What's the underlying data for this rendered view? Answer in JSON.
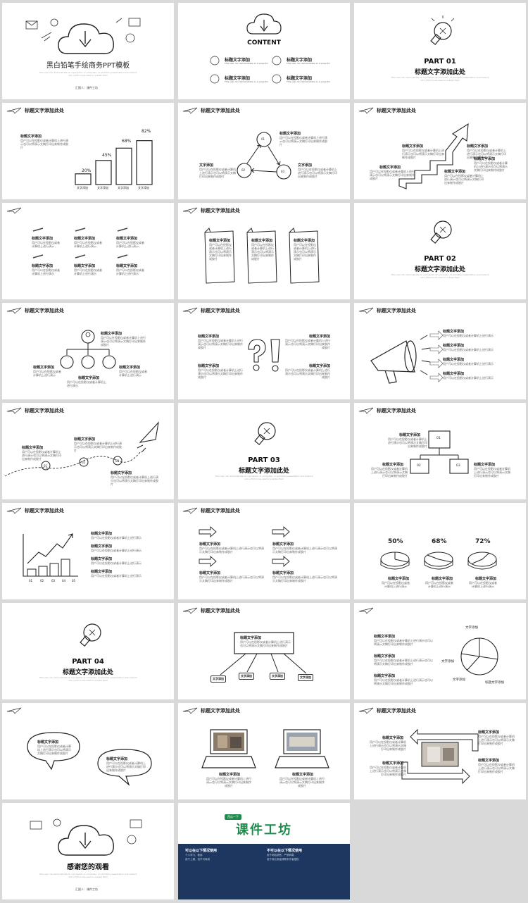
{
  "cover": {
    "title": "黑白铅笔手绘商务PPT模板",
    "desc": "This user can demonstrate on a projector or computer, or print the presentation and make it into a film to be used in a wider field",
    "reporter": "汇报人：课件工坊"
  },
  "content": {
    "title": "CONTENT",
    "items": [
      "标题文字添加",
      "标题文字添加",
      "标题文字添加",
      "标题文字添加"
    ],
    "item_desc": "This user can demonstrate on a projector"
  },
  "header_title": "标题文字添加此处",
  "heading": "标题文字添加",
  "body": "用户可以在投影仪或者计算机上进行演示也可以将演示文稿打印出来制作成胶片",
  "body_short": "用户可以在投影仪或者计算机上进行演示",
  "text_add": "文字添加",
  "parts": [
    {
      "label": "PART 01",
      "title": "标题文字添加此处"
    },
    {
      "label": "PART 02",
      "title": "标题文字添加此处"
    },
    {
      "label": "PART 03",
      "title": "标题文字添加此处"
    },
    {
      "label": "PART 04",
      "title": "标题文字添加此处"
    }
  ],
  "part_desc": "This user can demonstrate on a projector or computer, or print the presentation and make it into a film to be used in a wider field",
  "bar_slide": {
    "percents": [
      "20%",
      "45%",
      "68%",
      "82%"
    ],
    "values": [
      20,
      45,
      68,
      82
    ],
    "labels": [
      "文字添加",
      "文字添加",
      "文字添加",
      "文字添加"
    ]
  },
  "cycle_nums": [
    "01",
    "02",
    "03"
  ],
  "road_nums": [
    "01",
    "02",
    "03"
  ],
  "tree_nums": [
    "01",
    "02",
    "03"
  ],
  "growth_axis": [
    "01",
    "02",
    "03",
    "04",
    "05"
  ],
  "pie_percents": [
    "50%",
    "68%",
    "72%"
  ],
  "box_labels": [
    "文字添加",
    "文字添加",
    "文字添加",
    "文字添加"
  ],
  "pie_labels": [
    "文字添加",
    "文字添加",
    "标题文字添加"
  ],
  "thanks": "感谢您的观看",
  "brand": {
    "small": "西瓜一下",
    "name": "课件工坊",
    "can_title": "可以在以下情况使用",
    "cannot_title": "不可以在以下情况使用",
    "can_items": [
      "个人学习、使用",
      "用于上课，但不可商用"
    ],
    "cannot_items": [
      "用于网站销售，严禁转载",
      "用于商业用途请联系作者授权"
    ],
    "color_green": "#1f8a4c",
    "color_navy": "#1e3760"
  }
}
